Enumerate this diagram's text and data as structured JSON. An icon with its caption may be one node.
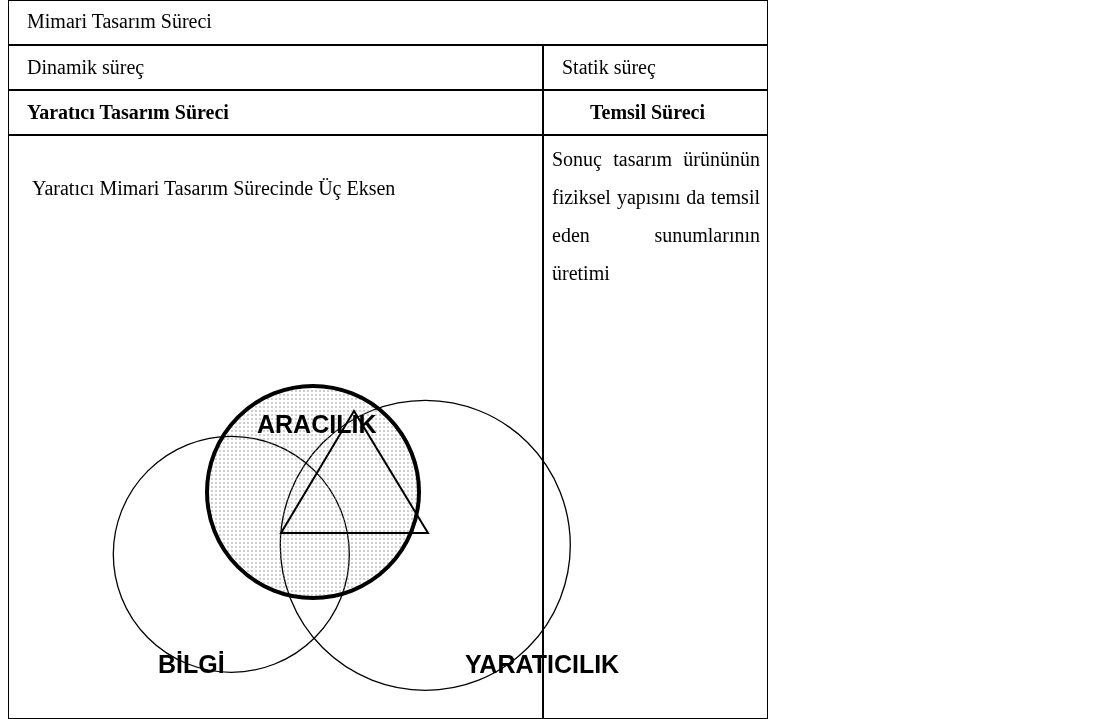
{
  "diagram": {
    "nodes": [
      {
        "text": [
          "ARACILIK"
        ]
      },
      {
        "text": [
          "BİLGİ"
        ]
      },
      {
        "text": [
          "YARATICILIK"
        ]
      }
    ],
    "labels": [
      "Mimari Tasarım Süreci",
      "Dinamik süreç",
      "Statik süreç",
      "Yaratıcı Tasarım Süreci",
      "Temsil Süreci",
      "Yaratıcı Mimari Tasarım Sürecinde Üç Eksen",
      "Sonuç tasarım ürününün fiziksel yapısını da temsil eden sunumlarının üretimi"
    ]
  }
}
